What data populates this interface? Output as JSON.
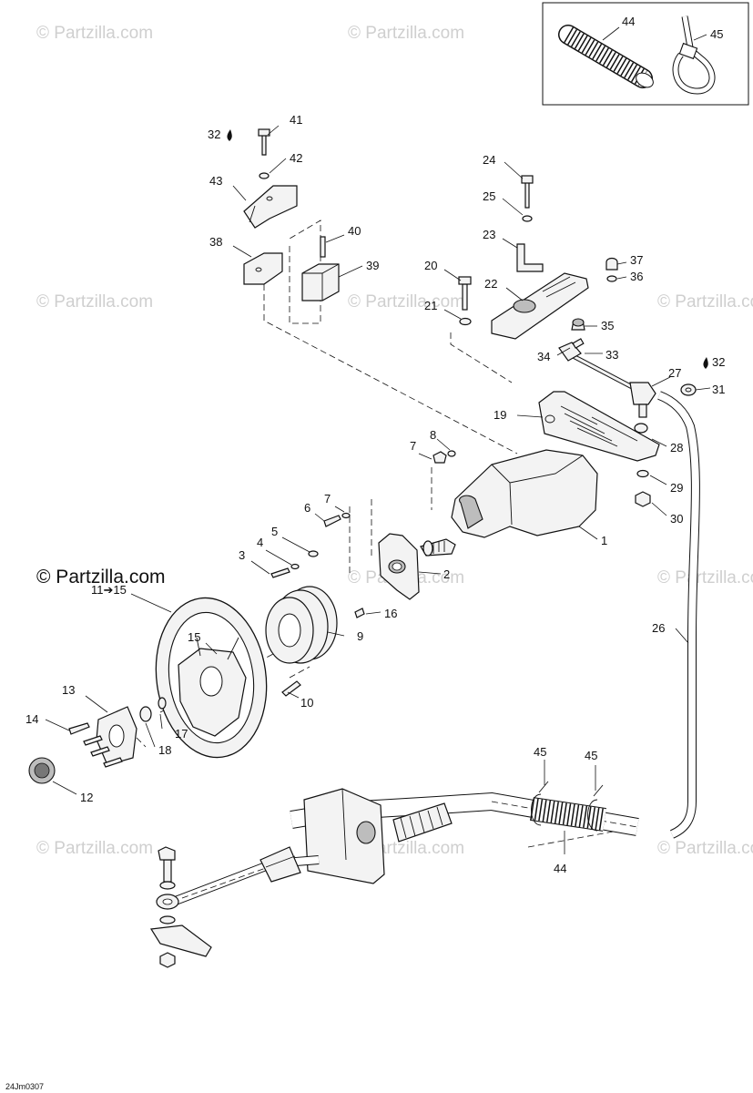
{
  "watermark": {
    "text": "© Partzilla.com",
    "main": "© Partzilla.com"
  },
  "drawing_code": "24Jm0307",
  "callouts": {
    "c1": "1",
    "c2": "2",
    "c3": "3",
    "c4": "4",
    "c5": "5",
    "c6": "6",
    "c7a": "7",
    "c7b": "7",
    "c8": "8",
    "c9": "9",
    "c10": "10",
    "c11_15": "11➔15",
    "c12": "12",
    "c13": "13",
    "c14": "14",
    "c15": "15",
    "c16": "16",
    "c17": "17",
    "c18": "18",
    "c19": "19",
    "c20": "20",
    "c21": "21",
    "c22": "22",
    "c23": "23",
    "c24": "24",
    "c25": "25",
    "c26": "26",
    "c27": "27",
    "c28": "28",
    "c29": "29",
    "c30": "30",
    "c31": "31",
    "c32a": "32",
    "c32b": "32",
    "c33": "33",
    "c34": "34",
    "c35": "35",
    "c36": "36",
    "c37": "37",
    "c38": "38",
    "c39": "39",
    "c40": "40",
    "c41": "41",
    "c42": "42",
    "c43": "43",
    "c44a": "44",
    "c44b": "44",
    "c45a": "45",
    "c45b": "45",
    "c45c": "45"
  }
}
